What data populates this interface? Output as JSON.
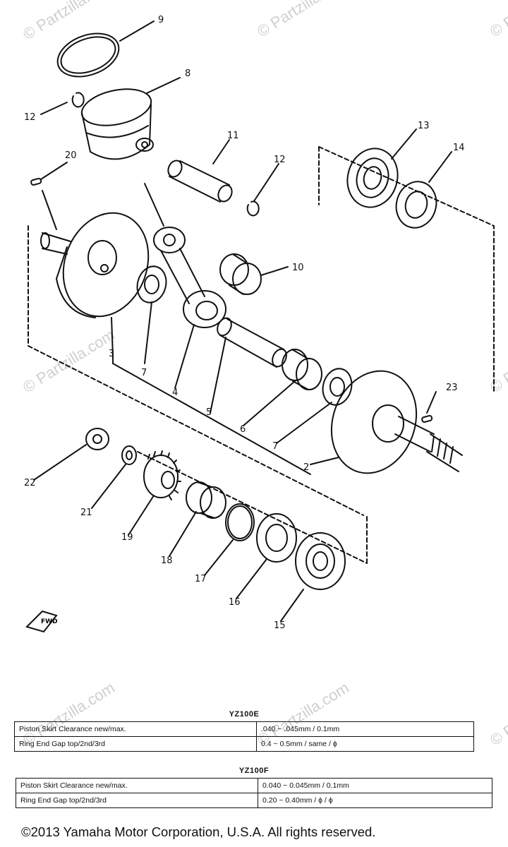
{
  "watermark": "© Partzilla.com",
  "callouts": [
    "9",
    "8",
    "12",
    "11",
    "12",
    "20",
    "13",
    "14",
    "10",
    "3",
    "7",
    "4",
    "5",
    "6",
    "7",
    "23",
    "2",
    "22",
    "21",
    "19",
    "18",
    "17",
    "16",
    "15"
  ],
  "fwd_mark": "FWD",
  "specs": [
    {
      "model": "YZ100E",
      "rows": [
        {
          "label": "Piston Skirt Clearance  new/max.",
          "value": ".040 ~ .045mm / 0.1mm"
        },
        {
          "label": "Ring End Gap  top/2nd/3rd",
          "value": "0.4 ~ 0.5mm / same / ϕ"
        }
      ]
    },
    {
      "model": "YZ100F",
      "rows": [
        {
          "label": "Piston Skirt Clearance new/max.",
          "value": "0.040 ~ 0.045mm / 0.1mm"
        },
        {
          "label": "Ring End Gap top/2nd/3rd",
          "value": "0.20 ~ 0.40mm / ϕ / ϕ"
        }
      ]
    }
  ],
  "copyright": "©2013  Yamaha Motor Corporation, U.S.A. All rights reserved."
}
